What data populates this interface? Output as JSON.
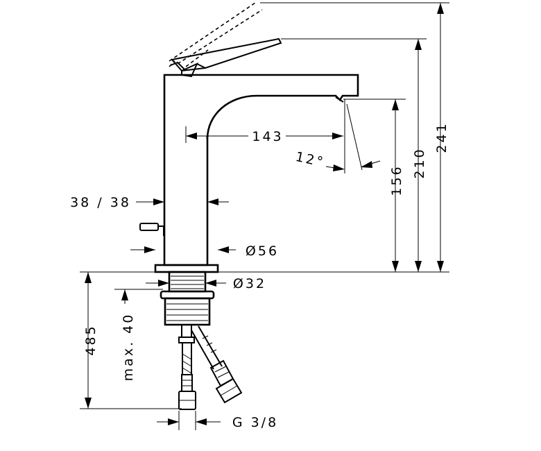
{
  "labels": {
    "spout_reach": "143",
    "spout_angle": "12°",
    "spout_height": "156",
    "lever_height": "210",
    "total_height": "241",
    "body_width": "38 / 38",
    "base_diameter": "Ø56",
    "thread_diameter": "Ø32",
    "hose_length": "485",
    "max_deck": "max. 40",
    "connection": "G 3/8"
  }
}
